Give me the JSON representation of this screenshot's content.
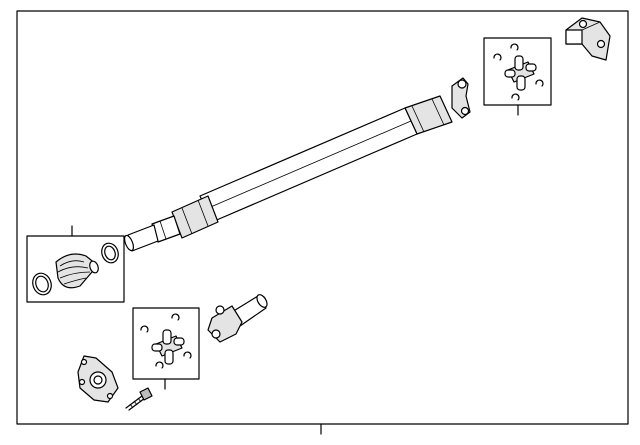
{
  "diagram": {
    "parts": [
      {
        "id": "drive-shaft-assembly",
        "icon": "drive-shaft-icon"
      },
      {
        "id": "front-universal-joint-kit",
        "icon": "universal-joint-icon"
      },
      {
        "id": "rear-flange-mount",
        "icon": "flange-bracket-icon"
      },
      {
        "id": "boot-kit",
        "icon": "cv-boot-icon"
      },
      {
        "id": "rear-universal-joint-kit",
        "icon": "universal-joint-icon"
      },
      {
        "id": "slip-yoke",
        "icon": "slip-yoke-icon"
      },
      {
        "id": "companion-flange",
        "icon": "flange-icon"
      },
      {
        "id": "flange-bolt",
        "icon": "bolt-icon"
      }
    ],
    "colors": {
      "line": "#000000",
      "fill": "#ffffff",
      "shade": "#e4e4e4"
    }
  }
}
